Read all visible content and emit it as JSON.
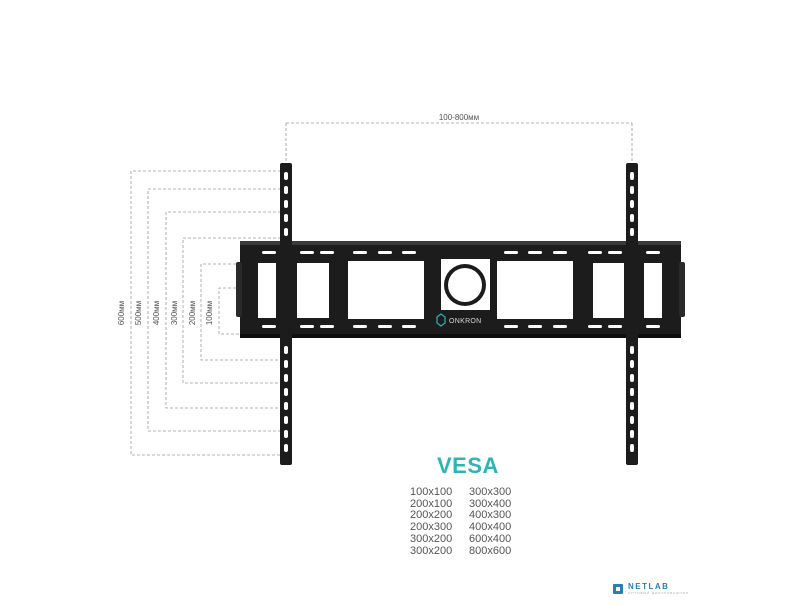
{
  "diagram": {
    "width_dimension_label": "100-800мм",
    "height_dimension_labels": [
      "600мм",
      "500мм",
      "400мм",
      "300мм",
      "200мм",
      "100мм"
    ],
    "brand_label": "ONKRON"
  },
  "vesa": {
    "title": "VESA",
    "left_column": [
      "100x100",
      "200x100",
      "200x200",
      "200x300",
      "300x200",
      "300x200"
    ],
    "right_column": [
      "300x300",
      "300x400",
      "400x300",
      "400x400",
      "600x400",
      "800x600"
    ]
  },
  "footer": {
    "logo_text": "NETLAB",
    "logo_subtext": "ОПТОВЫЙ ДИСТРИБЬЮТОР"
  },
  "colors": {
    "accent": "#2fb3b3",
    "mount": "#1c1c1c",
    "dimension_lines": "#9a9a9a"
  }
}
